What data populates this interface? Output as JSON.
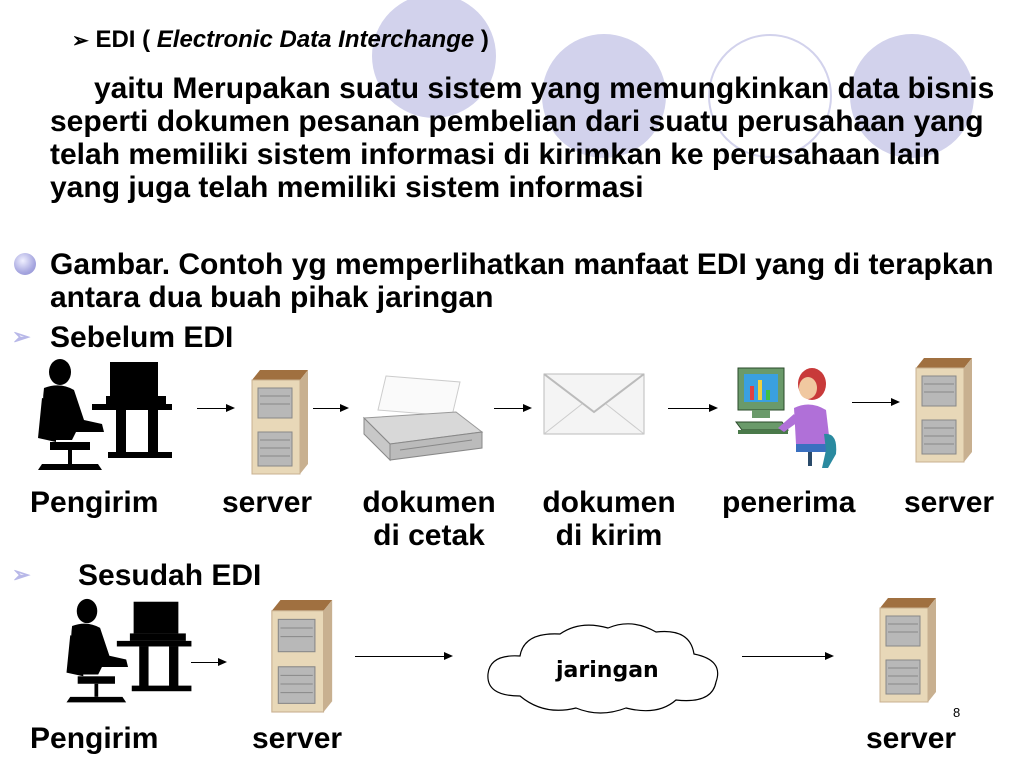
{
  "slide": {
    "title_prefix": "EDI (",
    "title_italic": "Electronic Data Interchange",
    "title_suffix": ")",
    "paragraph": "yaitu Merupakan suatu sistem yang memungkinkan data bisnis seperti dokumen pesanan pembelian dari suatu perusahaan yang telah memiliki sistem informasi di kirimkan ke perusahaan lain yang juga telah memiliki sistem informasi",
    "bullet_gambar": "Gambar. Contoh yg memperlihatkan manfaat EDI yang di terapkan antara dua buah pihak jaringan",
    "before_heading": "Sebelum EDI",
    "after_heading": "Sesudah EDI",
    "page_number": "8"
  },
  "before_flow": {
    "pengirim": "Pengirim",
    "server1": "server",
    "dokumen_cetak_1": "dokumen",
    "dokumen_cetak_2": "di cetak",
    "dokumen_kirim_1": "dokumen",
    "dokumen_kirim_2": "di kirim",
    "penerima": "penerima",
    "server2": "server"
  },
  "after_flow": {
    "pengirim": "Pengirim",
    "server1": "server",
    "cloud_label": "jaringan",
    "server2": "server"
  },
  "colors": {
    "accent_circle": "#d2d2ec",
    "bullet": "#a8a8e0"
  }
}
